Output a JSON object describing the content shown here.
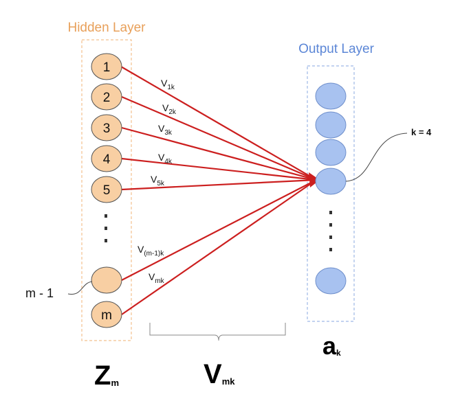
{
  "hidden_layer": {
    "title": "Hidden Layer",
    "nodes": [
      "1",
      "2",
      "3",
      "4",
      "5",
      "",
      "m"
    ],
    "m_minus_1_label": "m - 1"
  },
  "output_layer": {
    "title": "Output Layer",
    "k_label": "k = 4"
  },
  "weights": [
    {
      "main": "V",
      "sub": "1k"
    },
    {
      "main": "V",
      "sub": "2k"
    },
    {
      "main": "V",
      "sub": "3k"
    },
    {
      "main": "V",
      "sub": "4k"
    },
    {
      "main": "V",
      "sub": "5k"
    },
    {
      "main": "V",
      "sub": "(m-1)k"
    },
    {
      "main": "V",
      "sub": "mk"
    }
  ],
  "bottom_labels": {
    "z": {
      "main": "Z",
      "sub": "m"
    },
    "v": {
      "main": "V",
      "sub": "mk"
    },
    "a": {
      "main": "a",
      "sub": "k"
    }
  },
  "colors": {
    "hidden_fill": "#F8CFA3",
    "hidden_border": "#E8A05A",
    "output_fill": "#A8C2F0",
    "output_border": "#6F8FCB",
    "edge": "#CC1F1F"
  }
}
